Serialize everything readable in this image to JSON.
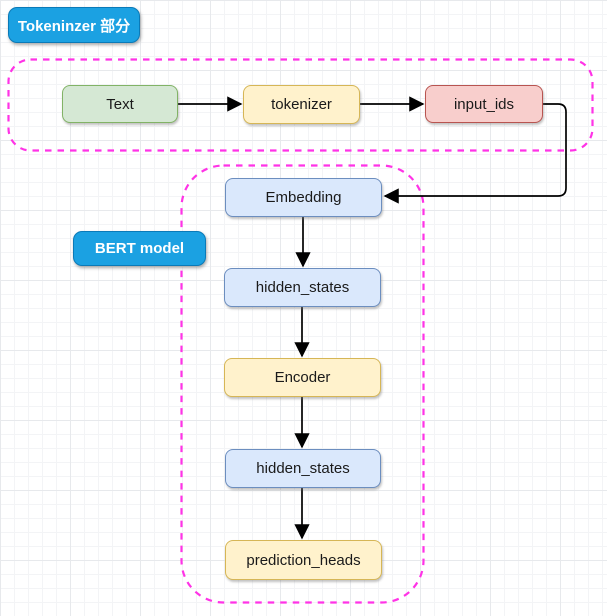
{
  "section_labels": {
    "tokenizer_section": "Tokeninzer 部分",
    "bert_model": "BERT model"
  },
  "tokenizer_flow": {
    "nodes": [
      {
        "id": "text",
        "label": "Text",
        "style": "green"
      },
      {
        "id": "tokenizer",
        "label": "tokenizer",
        "style": "yellow"
      },
      {
        "id": "input_ids",
        "label": "input_ids",
        "style": "red"
      }
    ]
  },
  "bert_flow": {
    "nodes": [
      {
        "id": "embedding",
        "label": "Embedding",
        "style": "blue"
      },
      {
        "id": "hidden_states_1",
        "label": "hidden_states",
        "style": "blue"
      },
      {
        "id": "encoder",
        "label": "Encoder",
        "style": "yellow"
      },
      {
        "id": "hidden_states_2",
        "label": "hidden_states",
        "style": "blue"
      },
      {
        "id": "prediction_heads",
        "label": "prediction_heads",
        "style": "yellow"
      }
    ]
  },
  "edges": [
    {
      "from": "Text",
      "to": "tokenizer"
    },
    {
      "from": "tokenizer",
      "to": "input_ids"
    },
    {
      "from": "input_ids",
      "to": "Embedding"
    },
    {
      "from": "Embedding",
      "to": "hidden_states"
    },
    {
      "from": "hidden_states",
      "to": "Encoder"
    },
    {
      "from": "Encoder",
      "to": "hidden_states"
    },
    {
      "from": "hidden_states",
      "to": "prediction_heads"
    }
  ],
  "colors": {
    "section_label_fill": "#1ba1e2",
    "section_label_text": "#ffffff",
    "container_dashed_stroke": "#ff33e6",
    "node_green_fill": "#d5e8d4",
    "node_green_stroke": "#82b366",
    "node_yellow_fill": "#fff2cc",
    "node_yellow_stroke": "#d6b656",
    "node_red_fill": "#f8cecc",
    "node_red_stroke": "#b85450",
    "node_blue_fill": "#dae8fc",
    "node_blue_stroke": "#6c8ebf",
    "arrow_stroke": "#000000",
    "grid_line": "#e7e9ec"
  }
}
